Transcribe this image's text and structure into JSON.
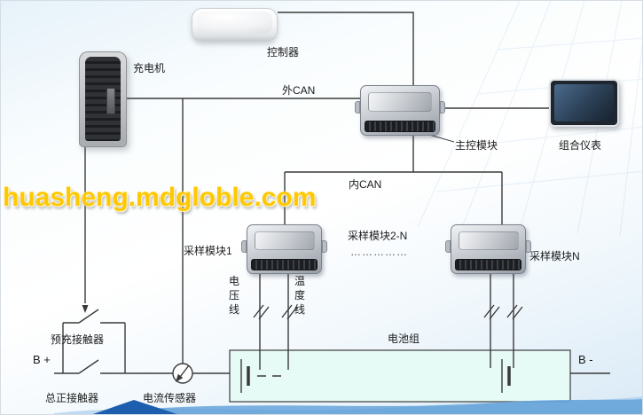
{
  "watermark": {
    "text": "huasheng.mdgloble.com",
    "color": "#ffc800"
  },
  "devices": {
    "controller": {
      "label": "控制器"
    },
    "charger": {
      "label": "充电机"
    },
    "main_module": {
      "label": "主控模块"
    },
    "instrument_cluster": {
      "label": "组合仪表"
    },
    "sampling_module_1": {
      "label": "采样模块1"
    },
    "sampling_module_2n": {
      "label": "采样模块2-N",
      "dots": "……………"
    },
    "sampling_module_n": {
      "label": "采样模块N"
    }
  },
  "buses": {
    "external_can": "外CAN",
    "internal_can": "内CAN"
  },
  "wires": {
    "voltage": "电压线",
    "temperature": "温度线"
  },
  "battery": {
    "label": "电池组",
    "b_plus": "B +",
    "b_minus": "B -"
  },
  "components": {
    "precharge_contactor": "预充接触器",
    "main_positive_contactor": "总正接触器",
    "current_sensor": "电流传感器"
  },
  "colors": {
    "line": "#3a3a3a",
    "battery_fill": "#e6faf6",
    "battery_stroke": "#4a4a4a",
    "wave_light": "#a8cdec",
    "wave_mid": "#5e9fd8",
    "wave_dark": "#1d5fae",
    "watermark": "#ffc800"
  }
}
